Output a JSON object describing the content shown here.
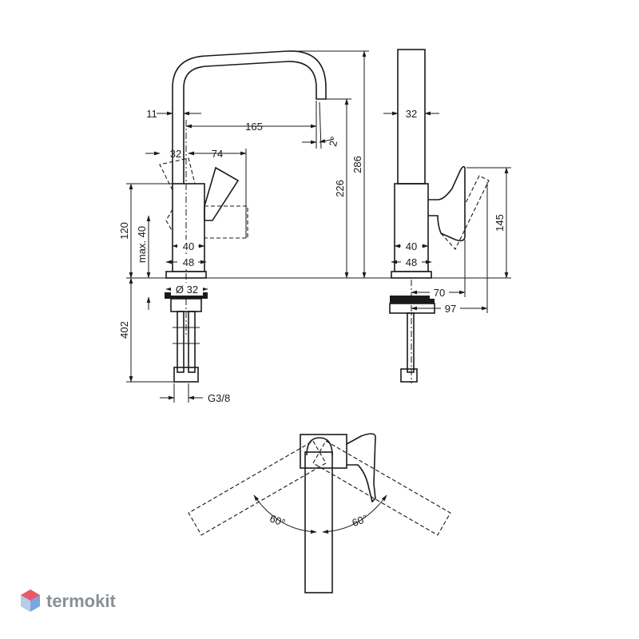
{
  "labels": {
    "d11": "11",
    "d165": "165",
    "d2deg": "2°",
    "d32_spout": "32",
    "d74": "74",
    "d120": "120",
    "dmax40": "max. 40",
    "d40_left": "40",
    "d48_left": "48",
    "d226": "226",
    "d286": "286",
    "d32_base": "Ø 32",
    "d402": "402",
    "dG38": "G3/8",
    "d32_side": "32",
    "d145": "145",
    "d40_right": "40",
    "d48_right": "48",
    "d70": "70",
    "d97": "97",
    "angle_left": "60°",
    "angle_right": "60°"
  },
  "brand": {
    "name": "termokit",
    "colors": {
      "logo_top": "#e85a6a",
      "logo_bottom": "#7aa7e0",
      "text": "#8a8f96"
    }
  }
}
